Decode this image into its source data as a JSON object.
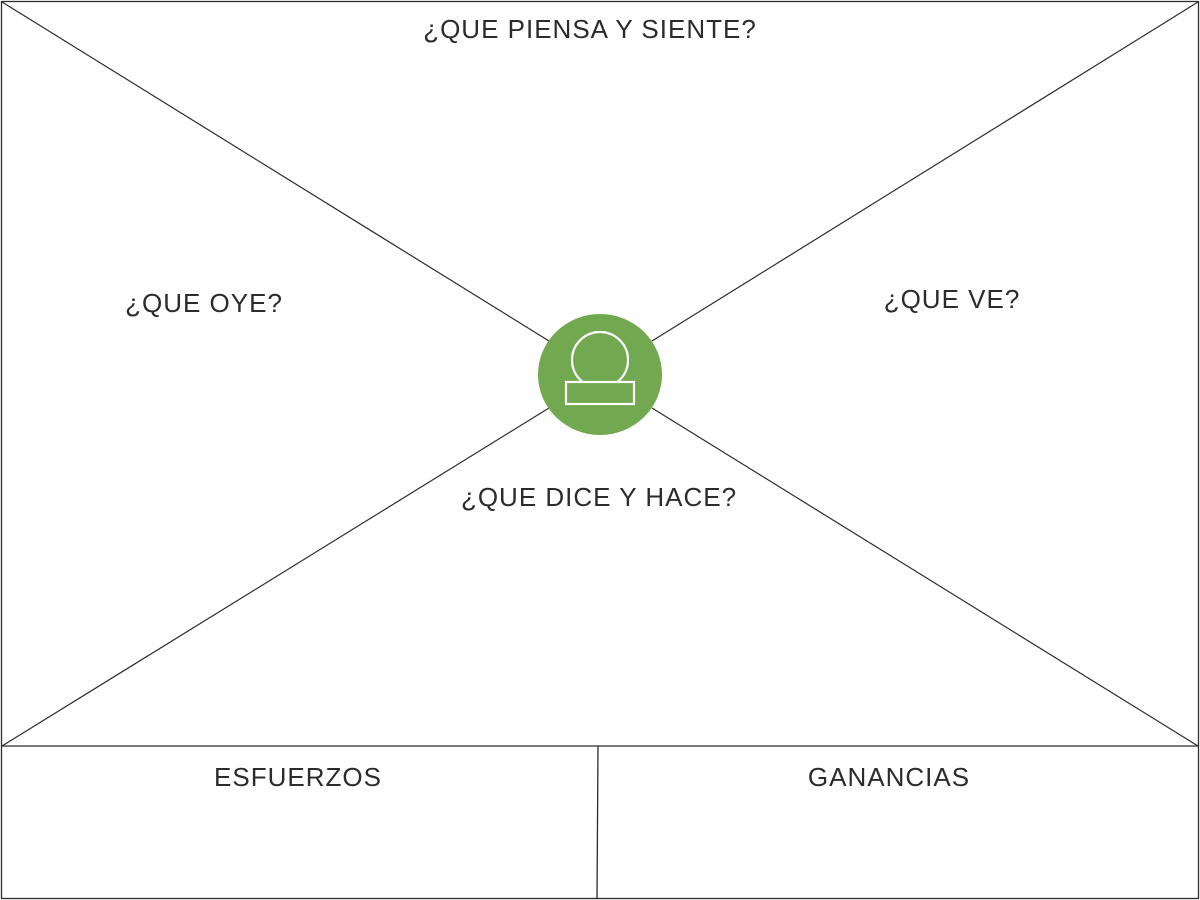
{
  "colors": {
    "line": "#2b2b2b",
    "persona_fill": "#72a84f",
    "persona_icon": "#ffffff",
    "background": "#ffffff"
  },
  "map": {
    "think_feel_label": "¿QUE PIENSA Y SIENTE?",
    "hear_label": "¿QUE OYE?",
    "see_label": "¿QUE VE?",
    "say_do_label": "¿QUE DICE Y HACE?",
    "persona_icon": "user-icon"
  },
  "bottom": {
    "pains_label": "ESFUERZOS",
    "gains_label": "GANANCIAS"
  }
}
